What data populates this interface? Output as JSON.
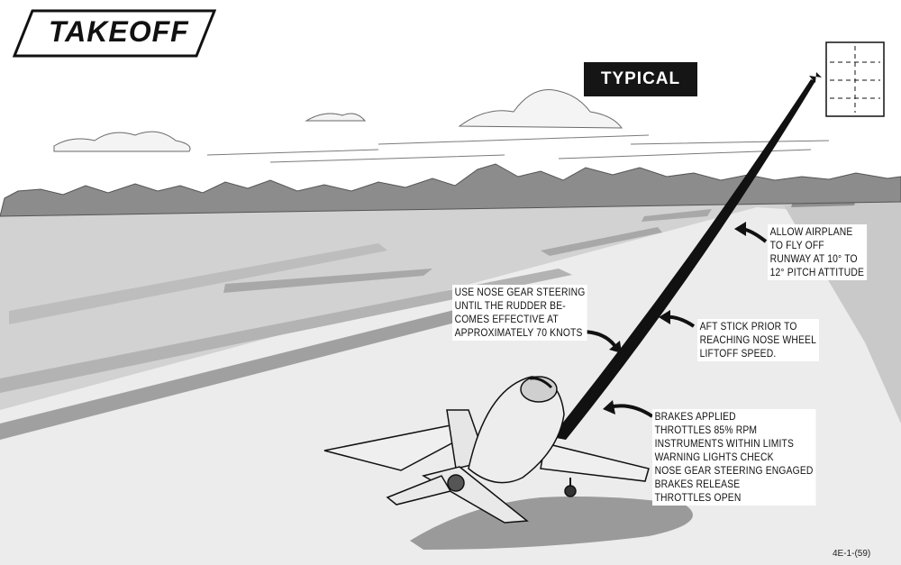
{
  "title": "TAKEOFF",
  "badge": "TYPICAL",
  "callouts": {
    "nose_gear": "USE NOSE GEAR STEERING\nUNTIL THE RUDDER BE-\nCOMES EFFECTIVE AT\nAPPROXIMATELY 70 KNOTS",
    "aft_stick": "AFT STICK PRIOR TO\nREACHING NOSE WHEEL\nLIFTOFF SPEED.",
    "allow_fly_off": "ALLOW AIRPLANE\nTO FLY OFF\nRUNWAY AT 10° TO\n12° PITCH ATTITUDE",
    "checklist": "BRAKES APPLIED\nTHROTTLES 85% RPM\nINSTRUMENTS WITHIN LIMITS\nWARNING LIGHTS CHECK\nNOSE GEAR STEERING ENGAGED\nBRAKES RELEASE\nTHROTTLES OPEN"
  },
  "figure_id": "4E-1-(59)",
  "colors": {
    "ink": "#111111",
    "paper": "#ffffff",
    "ground": "#d4d4d4",
    "runway": "#ececec",
    "mountain": "#8a8a8a"
  }
}
